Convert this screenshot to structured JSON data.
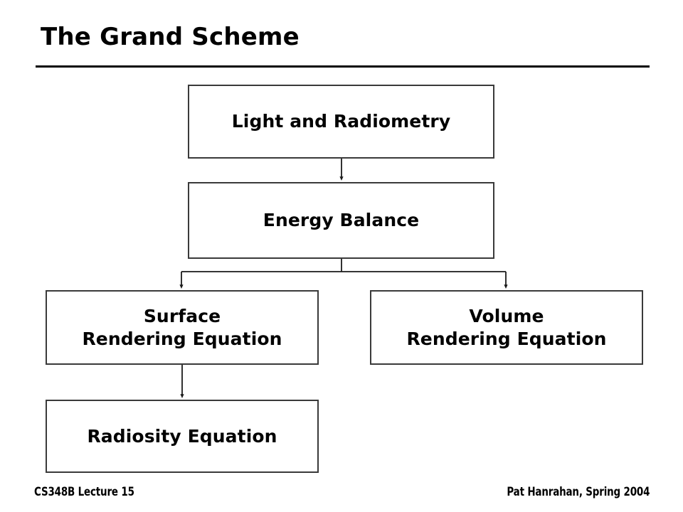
{
  "slide": {
    "title": "The Grand Scheme",
    "background_color": "#ffffff",
    "text_color": "#000000",
    "box_border_color": "#3a3a3a",
    "rule_color": "#000000"
  },
  "diagram": {
    "nodes": [
      {
        "id": "light",
        "label": "Light and Radiometry",
        "lines": [
          "Light and Radiometry"
        ]
      },
      {
        "id": "energy",
        "label": "Energy Balance",
        "lines": [
          "Energy Balance"
        ]
      },
      {
        "id": "surface",
        "label": "Surface Rendering Equation",
        "lines": [
          "Surface",
          "Rendering Equation"
        ]
      },
      {
        "id": "volume",
        "label": "Volume Rendering Equation",
        "lines": [
          "Volume",
          "Rendering Equation"
        ]
      },
      {
        "id": "radiosity",
        "label": "Radiosity Equation",
        "lines": [
          "Radiosity Equation"
        ]
      }
    ],
    "edges": [
      {
        "from": "light",
        "to": "energy",
        "style": "arrow"
      },
      {
        "from": "energy",
        "to": "surface",
        "style": "arrow"
      },
      {
        "from": "energy",
        "to": "volume",
        "style": "arrow"
      },
      {
        "from": "surface",
        "to": "radiosity",
        "style": "arrow"
      }
    ]
  },
  "footer": {
    "left": "CS348B Lecture 15",
    "right": "Pat Hanrahan, Spring 2004"
  }
}
